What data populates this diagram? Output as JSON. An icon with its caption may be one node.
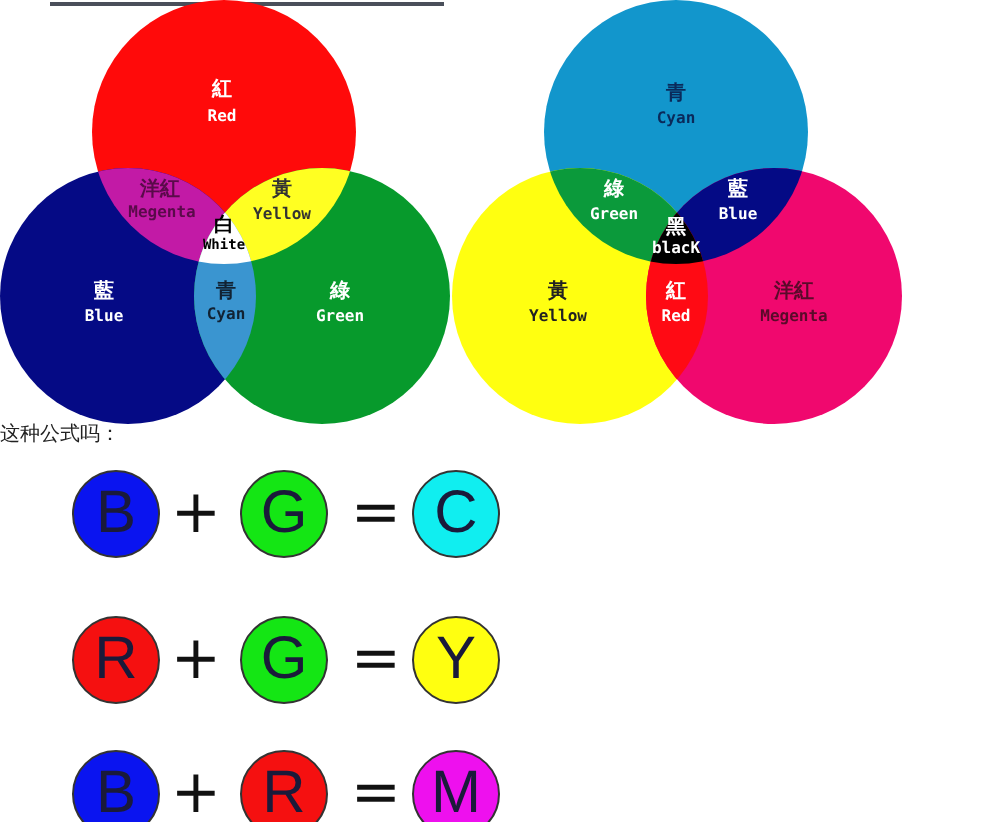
{
  "diagram": {
    "nodes": [
      {
        "text": [
          "B"
        ]
      },
      {
        "text": [
          "G"
        ]
      },
      {
        "text": [
          "C"
        ]
      },
      {
        "text": [
          "R"
        ]
      },
      {
        "text": [
          "G"
        ]
      },
      {
        "text": [
          "Y"
        ]
      },
      {
        "text": [
          "B"
        ]
      },
      {
        "text": [
          "R"
        ]
      },
      {
        "text": [
          "M"
        ]
      }
    ],
    "labels": [
      "紅",
      "Red",
      "洋紅",
      "Megenta",
      "黃",
      "Yellow",
      "白",
      "White",
      "藍",
      "Blue",
      "青",
      "Cyan",
      "綠",
      "Green",
      "青",
      "Cyan",
      "綠",
      "Green",
      "藍",
      "Blue",
      "黑",
      "blacK",
      "黃",
      "Yellow",
      "紅",
      "Red",
      "洋紅",
      "Megenta",
      "这种公式吗：",
      "+",
      "=",
      "+",
      "=",
      "+",
      "="
    ]
  }
}
